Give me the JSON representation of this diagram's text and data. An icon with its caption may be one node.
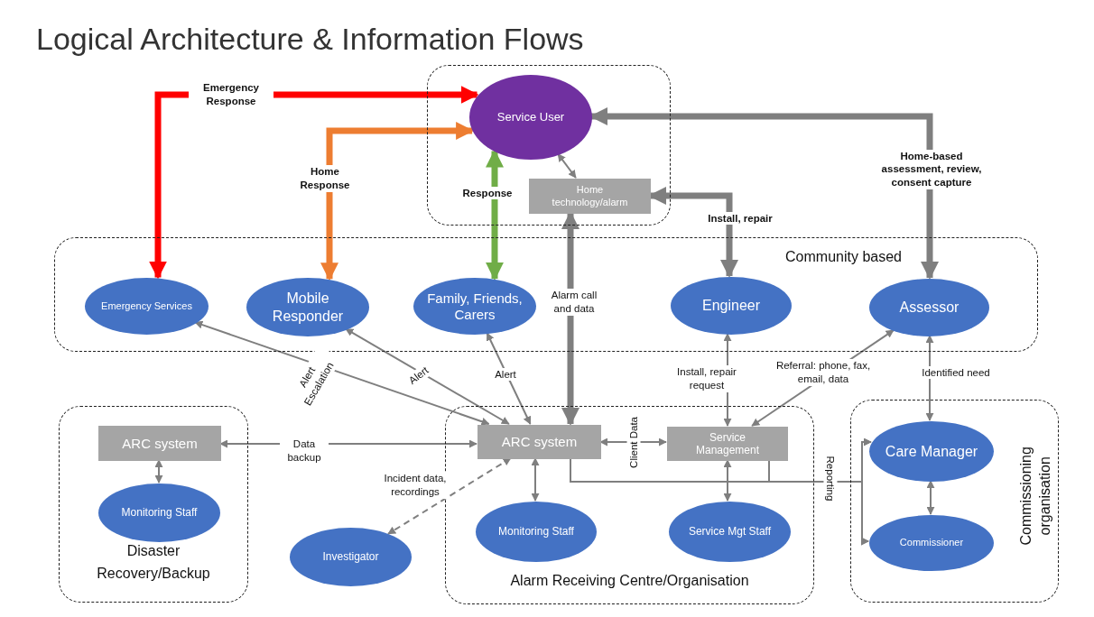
{
  "diagram": {
    "title": "Logical Architecture & Information Flows",
    "nodes": [
      {
        "text": [],
        "shape": "box"
      },
      {
        "text": [
          "Service User"
        ],
        "in": 0
      },
      {
        "text": [
          "Home technology/alarm"
        ],
        "in": 0
      },
      {
        "text": [
          "Community based"
        ]
      },
      {
        "text": [
          "Emergency Services"
        ],
        "in": 3
      },
      {
        "text": [
          "Mobile Responder"
        ],
        "in": 3
      },
      {
        "text": [
          "Family, Friends, Carers"
        ],
        "in": 3
      },
      {
        "text": [
          "Engineer"
        ],
        "in": 3
      },
      {
        "text": [
          "Assessor"
        ],
        "in": 3
      },
      {
        "text": [
          "Disaster Recovery/Backup"
        ]
      },
      {
        "text": [
          "ARC system"
        ],
        "in": 9
      },
      {
        "text": [
          "Monitoring Staff"
        ],
        "in": 9
      },
      {
        "text": [
          "Investigator"
        ]
      },
      {
        "text": [
          "Alarm Receiving Centre/Organisation"
        ]
      },
      {
        "text": [
          "ARC system"
        ],
        "in": 13
      },
      {
        "text": [
          "Service Management"
        ],
        "in": 13
      },
      {
        "text": [
          "Monitoring Staff"
        ],
        "in": 13
      },
      {
        "text": [
          "Service Mgt Staff"
        ],
        "in": 13
      },
      {
        "text": [
          "Commissioning organisation"
        ]
      },
      {
        "text": [
          "Care Manager"
        ],
        "in": 18
      },
      {
        "text": [
          "Commissioner"
        ],
        "in": 18
      }
    ],
    "edges": [
      {
        "from": 1,
        "to": 4,
        "arrow": "both",
        "label": "Emergency Response",
        "style": "thick",
        "color": "#ff0000"
      },
      {
        "from": 1,
        "to": 5,
        "arrow": "both",
        "label": "Home Response",
        "style": "thick",
        "color": "#ed7d31"
      },
      {
        "from": 1,
        "to": 6,
        "arrow": "both",
        "label": "Response",
        "style": "thick",
        "color": "#70ad47"
      },
      {
        "from": 1,
        "to": 2,
        "arrow": "both"
      },
      {
        "from": 2,
        "to": 7,
        "arrow": "both",
        "label": "Install, repair",
        "style": "thick"
      },
      {
        "from": 1,
        "to": 8,
        "arrow": "both",
        "label": "Home-based assessment, review, consent capture",
        "style": "thick"
      },
      {
        "from": 2,
        "to": 14,
        "arrow": "both",
        "label": "Alarm call and data",
        "style": "thick"
      },
      {
        "from": 14,
        "to": 4,
        "arrow": "both",
        "label": "Alert Escalation"
      },
      {
        "from": 14,
        "to": 5,
        "arrow": "both",
        "label": "Alert"
      },
      {
        "from": 14,
        "to": 6,
        "arrow": "both",
        "label": "Alert"
      },
      {
        "from": 14,
        "to": 10,
        "arrow": "both",
        "label": "Data backup"
      },
      {
        "from": 10,
        "to": 11,
        "arrow": "both"
      },
      {
        "from": 14,
        "to": 12,
        "arrow": "both",
        "label": "Incident data, recordings",
        "style": "dashed"
      },
      {
        "from": 14,
        "to": 15,
        "arrow": "both",
        "label": "Client Data"
      },
      {
        "from": 14,
        "to": 16,
        "arrow": "both"
      },
      {
        "from": 15,
        "to": 17,
        "arrow": "both"
      },
      {
        "from": 15,
        "to": 7,
        "arrow": "both",
        "label": "Install, repair request"
      },
      {
        "from": 15,
        "to": 8,
        "arrow": "both",
        "label": "Referral: phone, fax, email, data"
      },
      {
        "from": 19,
        "to": 8,
        "arrow": "both",
        "label": "Identified need"
      },
      {
        "from": 14,
        "to": 19,
        "arrow": "to",
        "label": "Reporting"
      },
      {
        "from": 14,
        "to": 20,
        "arrow": "to"
      },
      {
        "from": 15,
        "to": 19,
        "arrow": "to"
      },
      {
        "from": 15,
        "to": 20,
        "arrow": "to"
      },
      {
        "from": 19,
        "to": 20,
        "arrow": "both"
      }
    ]
  }
}
